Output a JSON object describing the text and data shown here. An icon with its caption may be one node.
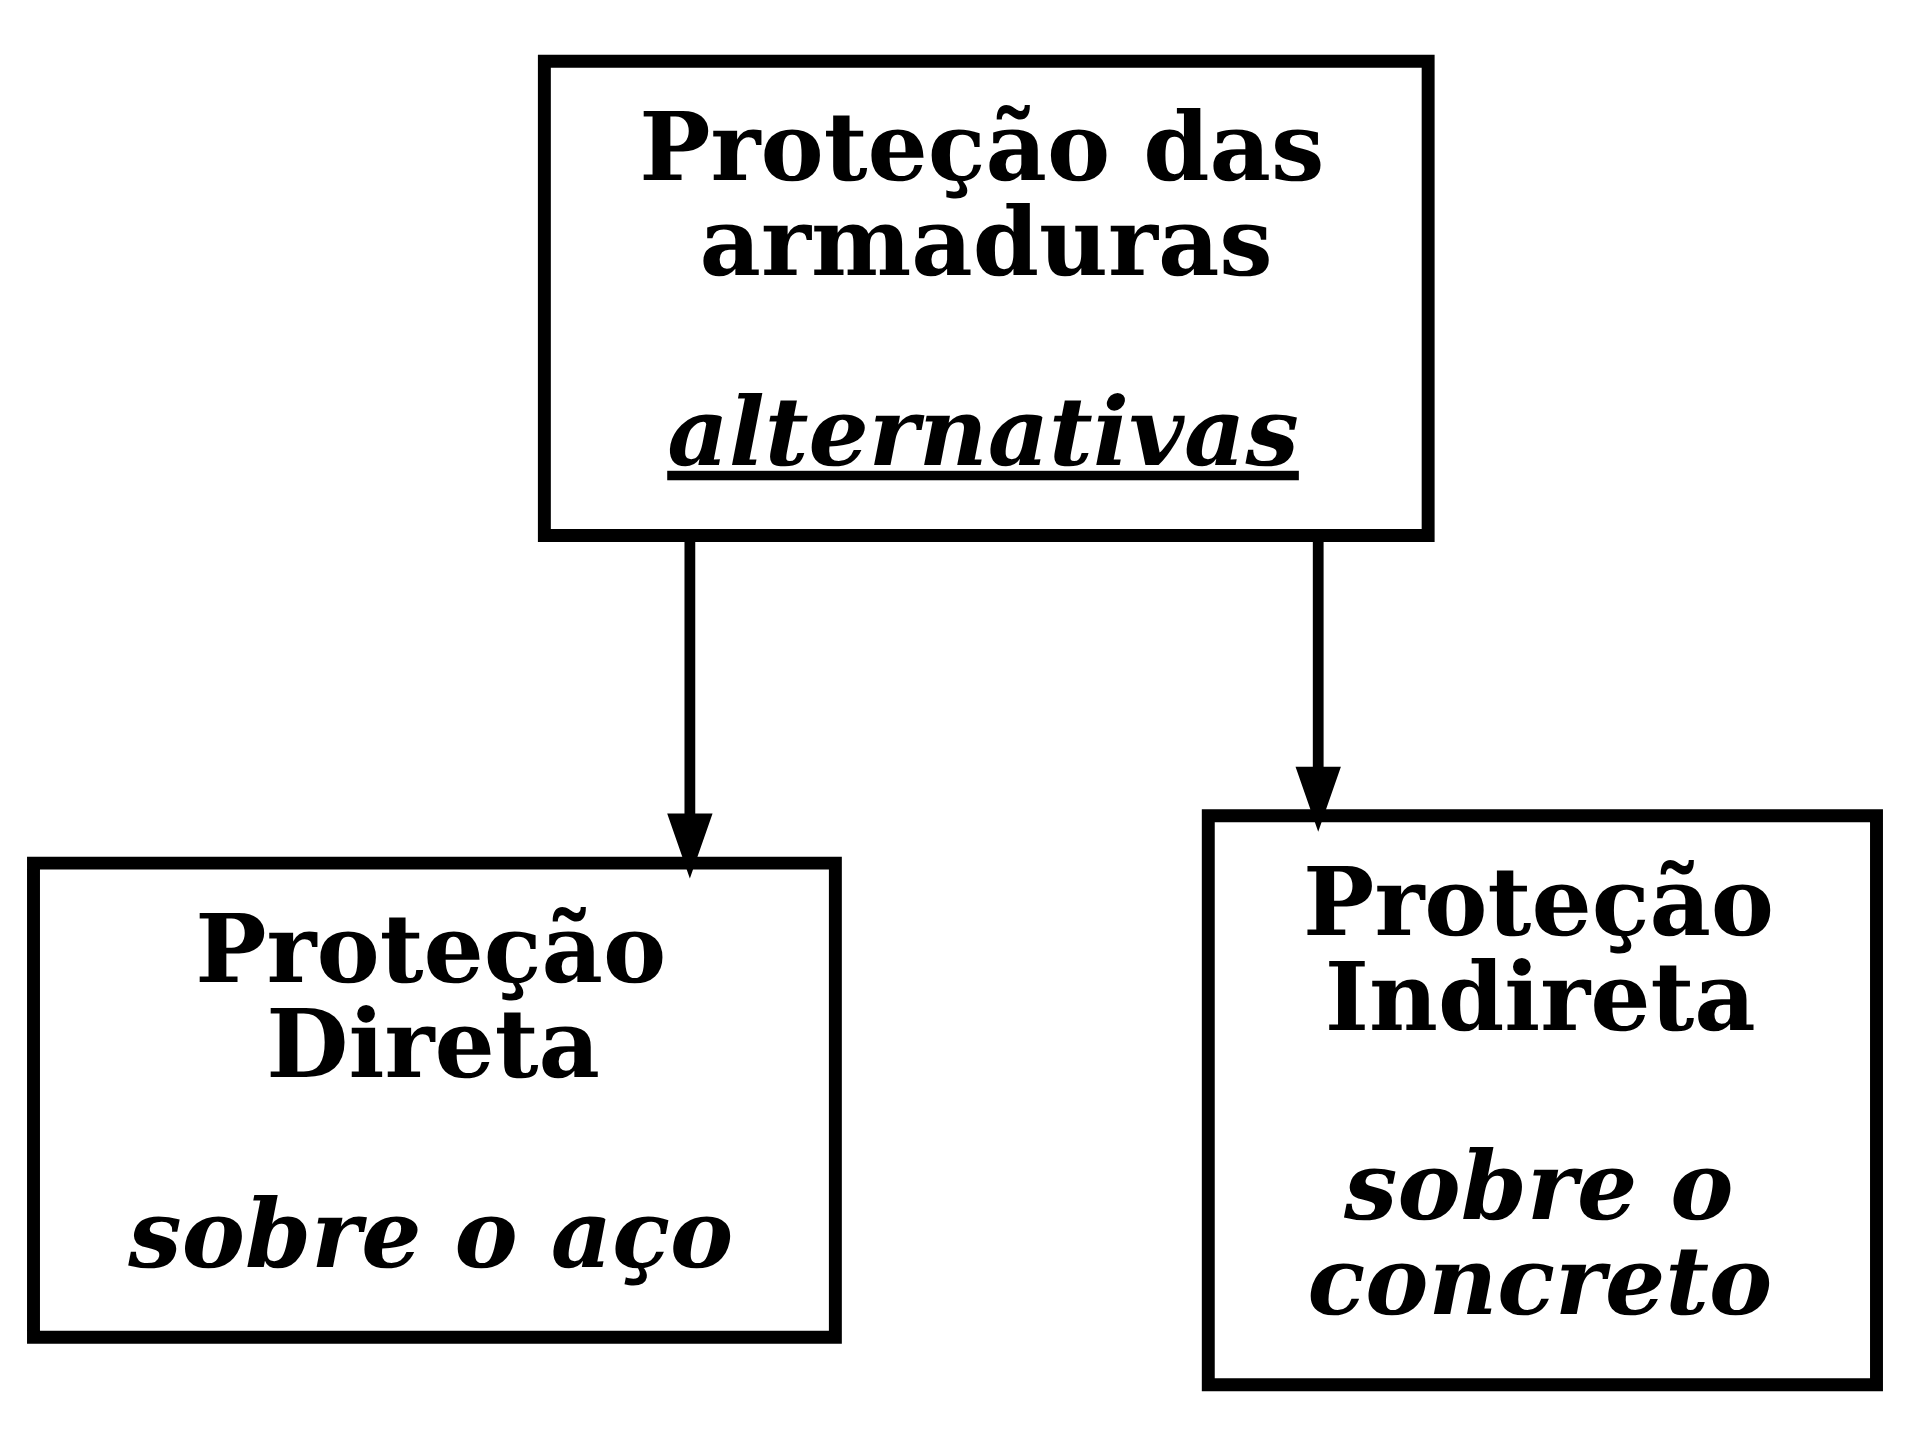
{
  "diagram": {
    "nodes": [
      {
        "text": [
          "Proteção das armaduras",
          "alternativas"
        ]
      },
      {
        "text": [
          "Proteção Direta",
          "sobre o aço"
        ]
      },
      {
        "text": [
          "Proteção Indireta",
          "sobre o concreto"
        ]
      }
    ],
    "edges": [
      {
        "from": 0,
        "to": 1,
        "arrow": "to"
      },
      {
        "from": 0,
        "to": 2,
        "arrow": "to"
      }
    ]
  }
}
